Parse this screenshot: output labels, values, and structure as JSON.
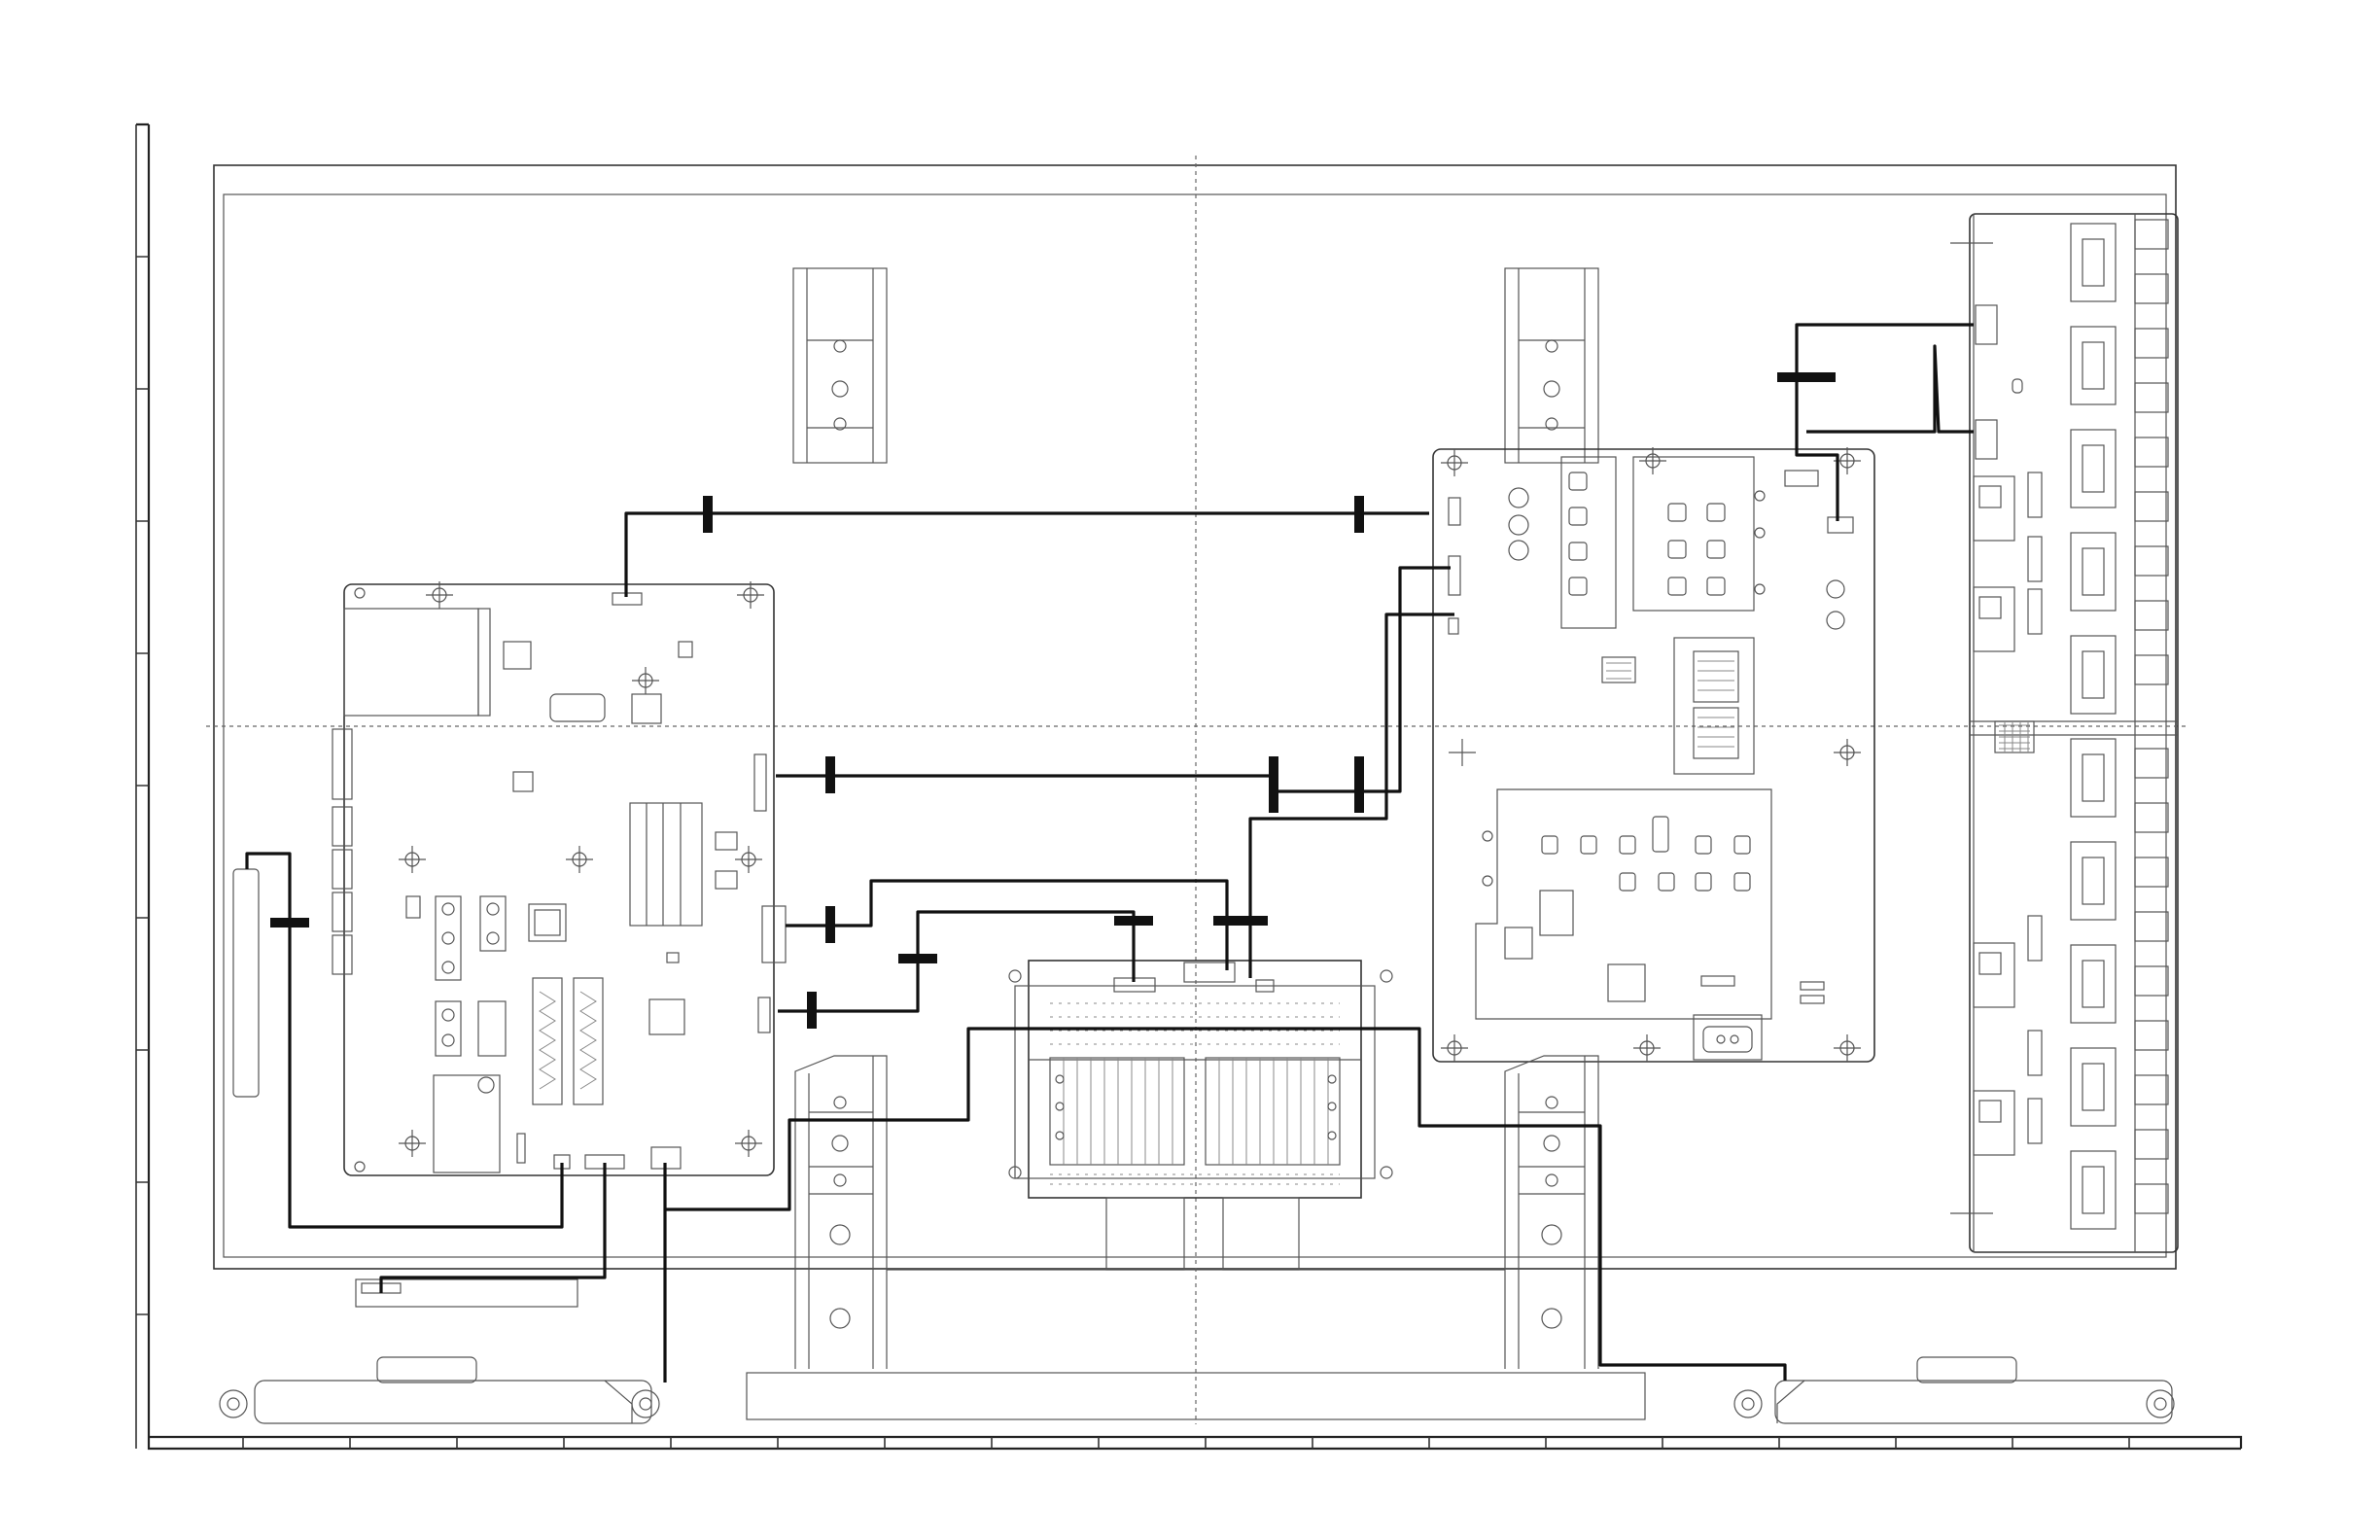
{
  "diagram": {
    "type": "wiring-layout",
    "labels": [],
    "colors": {
      "line": "#333333",
      "wire": "#111111",
      "background": "#ffffff"
    },
    "components": [
      "chassis-frame",
      "main-board",
      "power-board",
      "inverter-board",
      "heat-sink-unit",
      "speaker-left",
      "speaker-right",
      "stand-bracket-left",
      "stand-bracket-right",
      "top-bracket-left",
      "top-bracket-right",
      "ir-receiver-board",
      "bottom-stand-plate"
    ]
  }
}
